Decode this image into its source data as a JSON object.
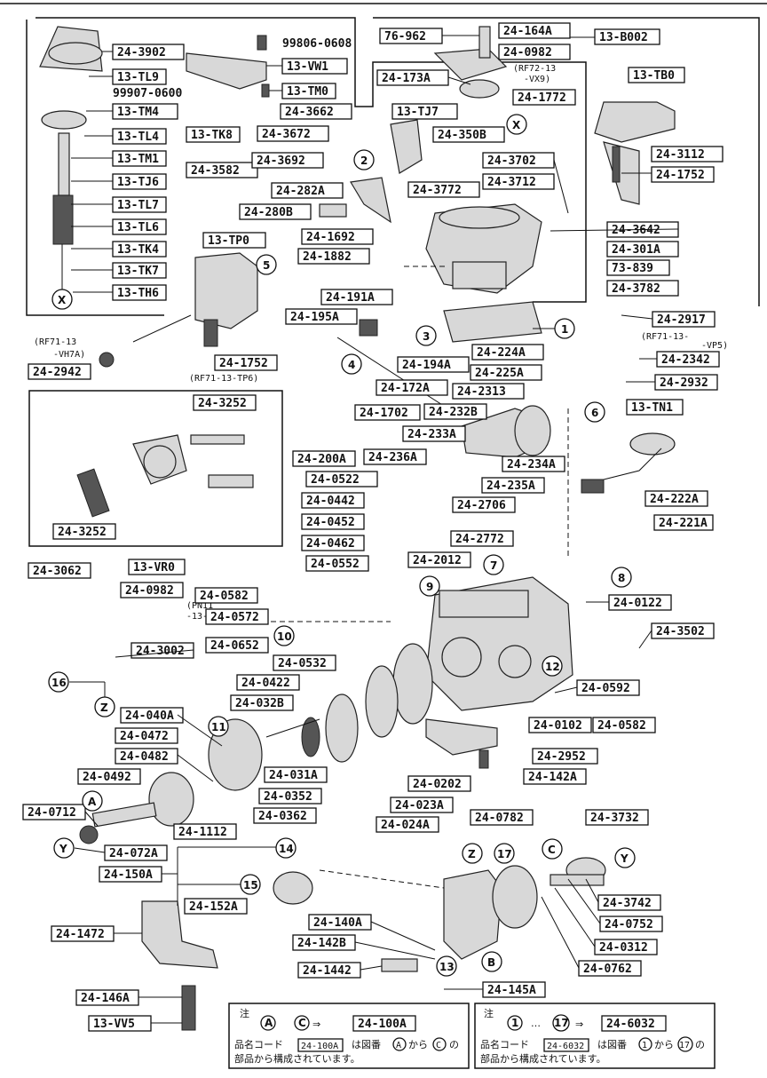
{
  "sheet": {
    "group_labels": {
      "g1": "13-TL9",
      "g2": "13-TM4",
      "g3": "13-TL4",
      "g4": "13-TK8",
      "g5": "13-TM1",
      "g6": "13-TJ6",
      "g7": "13-TL7",
      "g8": "13-TL6",
      "g9": "13-TK4",
      "g10": "13-TK7",
      "g11": "13-TH6",
      "g12": "13-VW1",
      "g13": "13-TM0",
      "g14": "13-TJ7",
      "g15": "13-B002",
      "g16": "13-TB0",
      "g17": "13-TP0",
      "g18": "13-TN1",
      "g19": "13-VR0",
      "g20": "13-VV5",
      "g21": "76-962"
    },
    "part_labels": {
      "p1": "24-3902",
      "p2": "99806-0608",
      "p3": "99907-0600",
      "p4": "24-3662",
      "p5": "24-3672",
      "p6": "24-3692",
      "p7": "24-3582",
      "p8": "24-350B",
      "p9": "24-164A",
      "p10": "24-0982",
      "p11": "24-173A",
      "p12": "24-1772",
      "p13": "24-3702",
      "p14": "24-3712",
      "p15": "24-3772",
      "p16": "24-282A",
      "p17": "24-280B",
      "p18": "24-1692",
      "p19": "24-1882",
      "p20": "24-3112",
      "p21": "24-1752",
      "p22": "24-3642",
      "p23": "24-301A",
      "p24": "73-839",
      "p25": "24-3782",
      "p26": "24-191A",
      "p27": "24-195A",
      "p28": "24-194A",
      "p29": "24-172A",
      "p30": "24-224A",
      "p31": "24-225A",
      "p32": "24-2917",
      "p33": "24-2342",
      "p34": "24-2932",
      "p35": "24-2942",
      "p36": "24-1752",
      "p37": "24-2313",
      "p38": "24-232B",
      "p39": "24-1702",
      "p40": "24-233A",
      "p41": "24-3252",
      "p42": "24-236A",
      "p43": "24-234A",
      "p44": "24-235A",
      "p45": "24-200A",
      "p46": "24-0522",
      "p47": "24-0442",
      "p48": "24-2706",
      "p49": "24-0452",
      "p50": "24-2772",
      "p51": "24-0462",
      "p52": "24-3252",
      "p53": "24-0552",
      "p54": "24-2012",
      "p55": "24-222A",
      "p56": "24-221A",
      "p57": "24-3062",
      "p58": "24-0982",
      "p59": "24-0582",
      "p60": "24-0572",
      "p61": "24-0122",
      "p62": "24-0652",
      "p63": "24-3502",
      "p64": "24-3002",
      "p65": "24-0532",
      "p66": "24-0422",
      "p67": "24-032B",
      "p68": "24-0592",
      "p69": "24-040A",
      "p70": "24-0472",
      "p71": "24-0102",
      "p72": "24-0582",
      "p73": "24-0482",
      "p74": "24-2952",
      "p75": "24-031A",
      "p76": "24-0492",
      "p77": "24-0202",
      "p78": "24-142A",
      "p79": "24-0352",
      "p80": "24-023A",
      "p81": "24-0712",
      "p82": "24-0362",
      "p83": "24-024A",
      "p84": "24-1112",
      "p85": "24-0782",
      "p86": "24-3732",
      "p87": "24-072A",
      "p88": "24-150A",
      "p89": "24-3742",
      "p90": "24-152A",
      "p91": "24-0752",
      "p92": "24-140A",
      "p93": "24-1472",
      "p94": "24-142B",
      "p95": "24-0312",
      "p96": "24-1442",
      "p97": "24-0762",
      "p98": "24-146A",
      "p99": "24-145A"
    },
    "callouts": {
      "c1": "1",
      "c2": "2",
      "c3": "3",
      "c4": "4",
      "c5": "5",
      "c6": "6",
      "c7": "7",
      "c8": "8",
      "c9": "9",
      "c10": "10",
      "c11": "11",
      "c12": "12",
      "c13": "13",
      "c14": "14",
      "c15": "15",
      "c16": "16",
      "c17": "17",
      "cA": "A",
      "cB": "B",
      "cC": "C",
      "cX": "X",
      "cY": "Y",
      "cZ": "Z"
    },
    "annotations": {
      "a1": "(RF72-13",
      "a2": "-VX9)",
      "a3": "(RF71-13-",
      "a4": "-VP5)",
      "a5": "(RF71-13",
      "a6": "-VH7A)",
      "a7": "(RF71-13-TP6)",
      "a8": "(PN11",
      "a9": "-13-TJ4)"
    },
    "notes": {
      "left_title": "注",
      "left_from": "A",
      "left_to": "C",
      "left_arrow": "⇒",
      "left_part": "24-100A",
      "left_line1_a": "品名コード",
      "left_line1_part": "24-100A",
      "left_line1_b": "は図番",
      "left_line1_c": "から",
      "left_line1_d": "の",
      "left_line2": "部品から構成されています。",
      "right_title": "注",
      "right_from": "1",
      "right_dots": "…",
      "right_to": "17",
      "right_arrow": "⇒",
      "right_part": "24-6032",
      "right_line1_a": "品名コード",
      "right_line1_part": "24-6032",
      "right_line1_b": "は図番",
      "right_line1_c": "から",
      "right_line1_d": "の",
      "right_line2": "部品から構成されています。"
    }
  }
}
